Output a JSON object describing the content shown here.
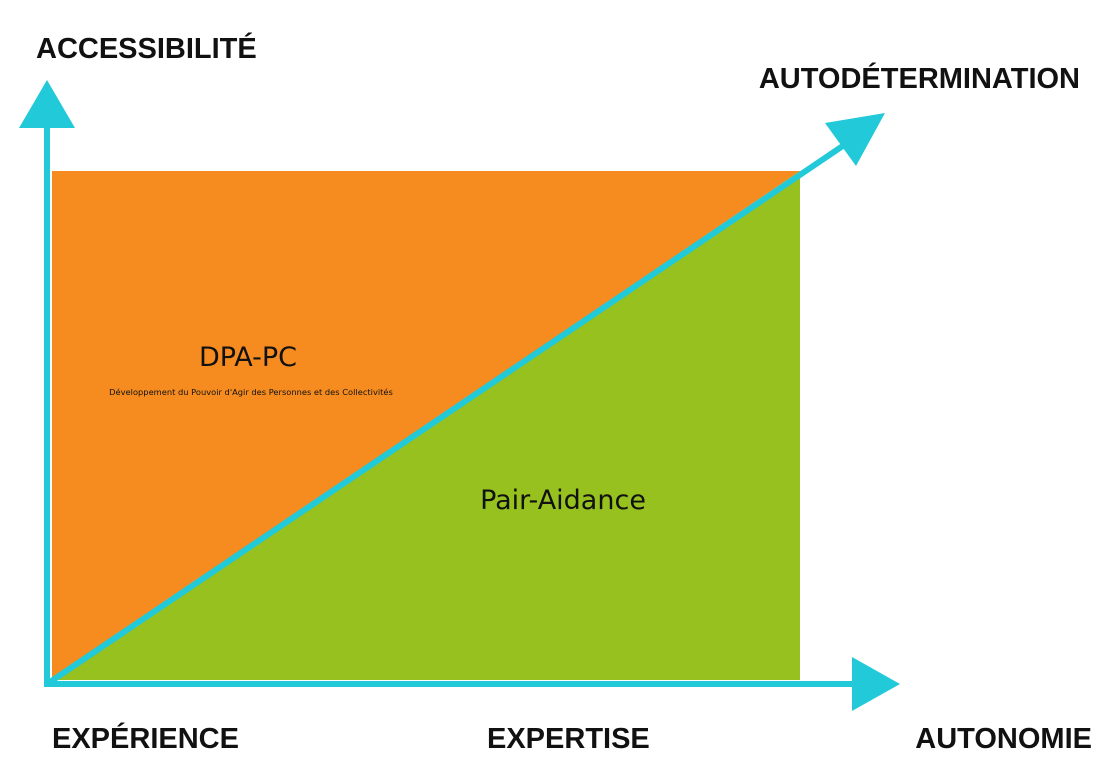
{
  "labels": {
    "y_axis_top": "ACCESSIBILITÉ",
    "diagonal_end": "AUTODÉTERMINATION",
    "origin": "EXPÉRIENCE",
    "x_axis_middle": "EXPERTISE",
    "x_axis_end": "AUTONOMIE"
  },
  "regions": {
    "upper": {
      "title": "DPA-PC",
      "subtitle": "Développement du Pouvoir d'Agir des Personnes et des Collectivités"
    },
    "lower": {
      "title": "Pair-Aidance"
    }
  },
  "colors": {
    "upper_region": "#F68B1F",
    "lower_region": "#96C11F",
    "axes": "#22C9D9",
    "text": "#111111"
  }
}
